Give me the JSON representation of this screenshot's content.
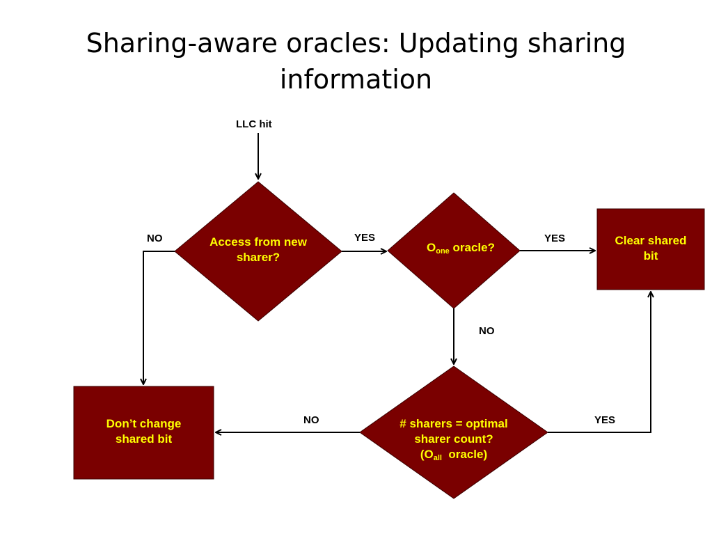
{
  "title_line1": "Sharing-aware oracles: Updating sharing",
  "title_line2": "information",
  "colors": {
    "node_fill": "#7a0000",
    "node_text": "#ffff00",
    "line": "#000000"
  },
  "start_label": "LLC hit",
  "nodes": {
    "access": {
      "line1": "Access from new",
      "line2": "sharer?"
    },
    "oone": {
      "prefix": "O",
      "sub": "one",
      "suffix": " oracle?"
    },
    "clear": {
      "line1": "Clear shared",
      "line2": "bit"
    },
    "sharers": {
      "line1": "# sharers = optimal",
      "line2": "sharer count?",
      "line3_prefix": "(O",
      "line3_sub": "all",
      "line3_suffix": "  oracle)"
    },
    "dont": {
      "line1": "Don’t change",
      "line2": "shared bit"
    }
  },
  "edge_labels": {
    "access_no": "NO",
    "access_yes": "YES",
    "oone_yes": "YES",
    "oone_no": "NO",
    "sharers_no": "NO",
    "sharers_yes": "YES"
  }
}
